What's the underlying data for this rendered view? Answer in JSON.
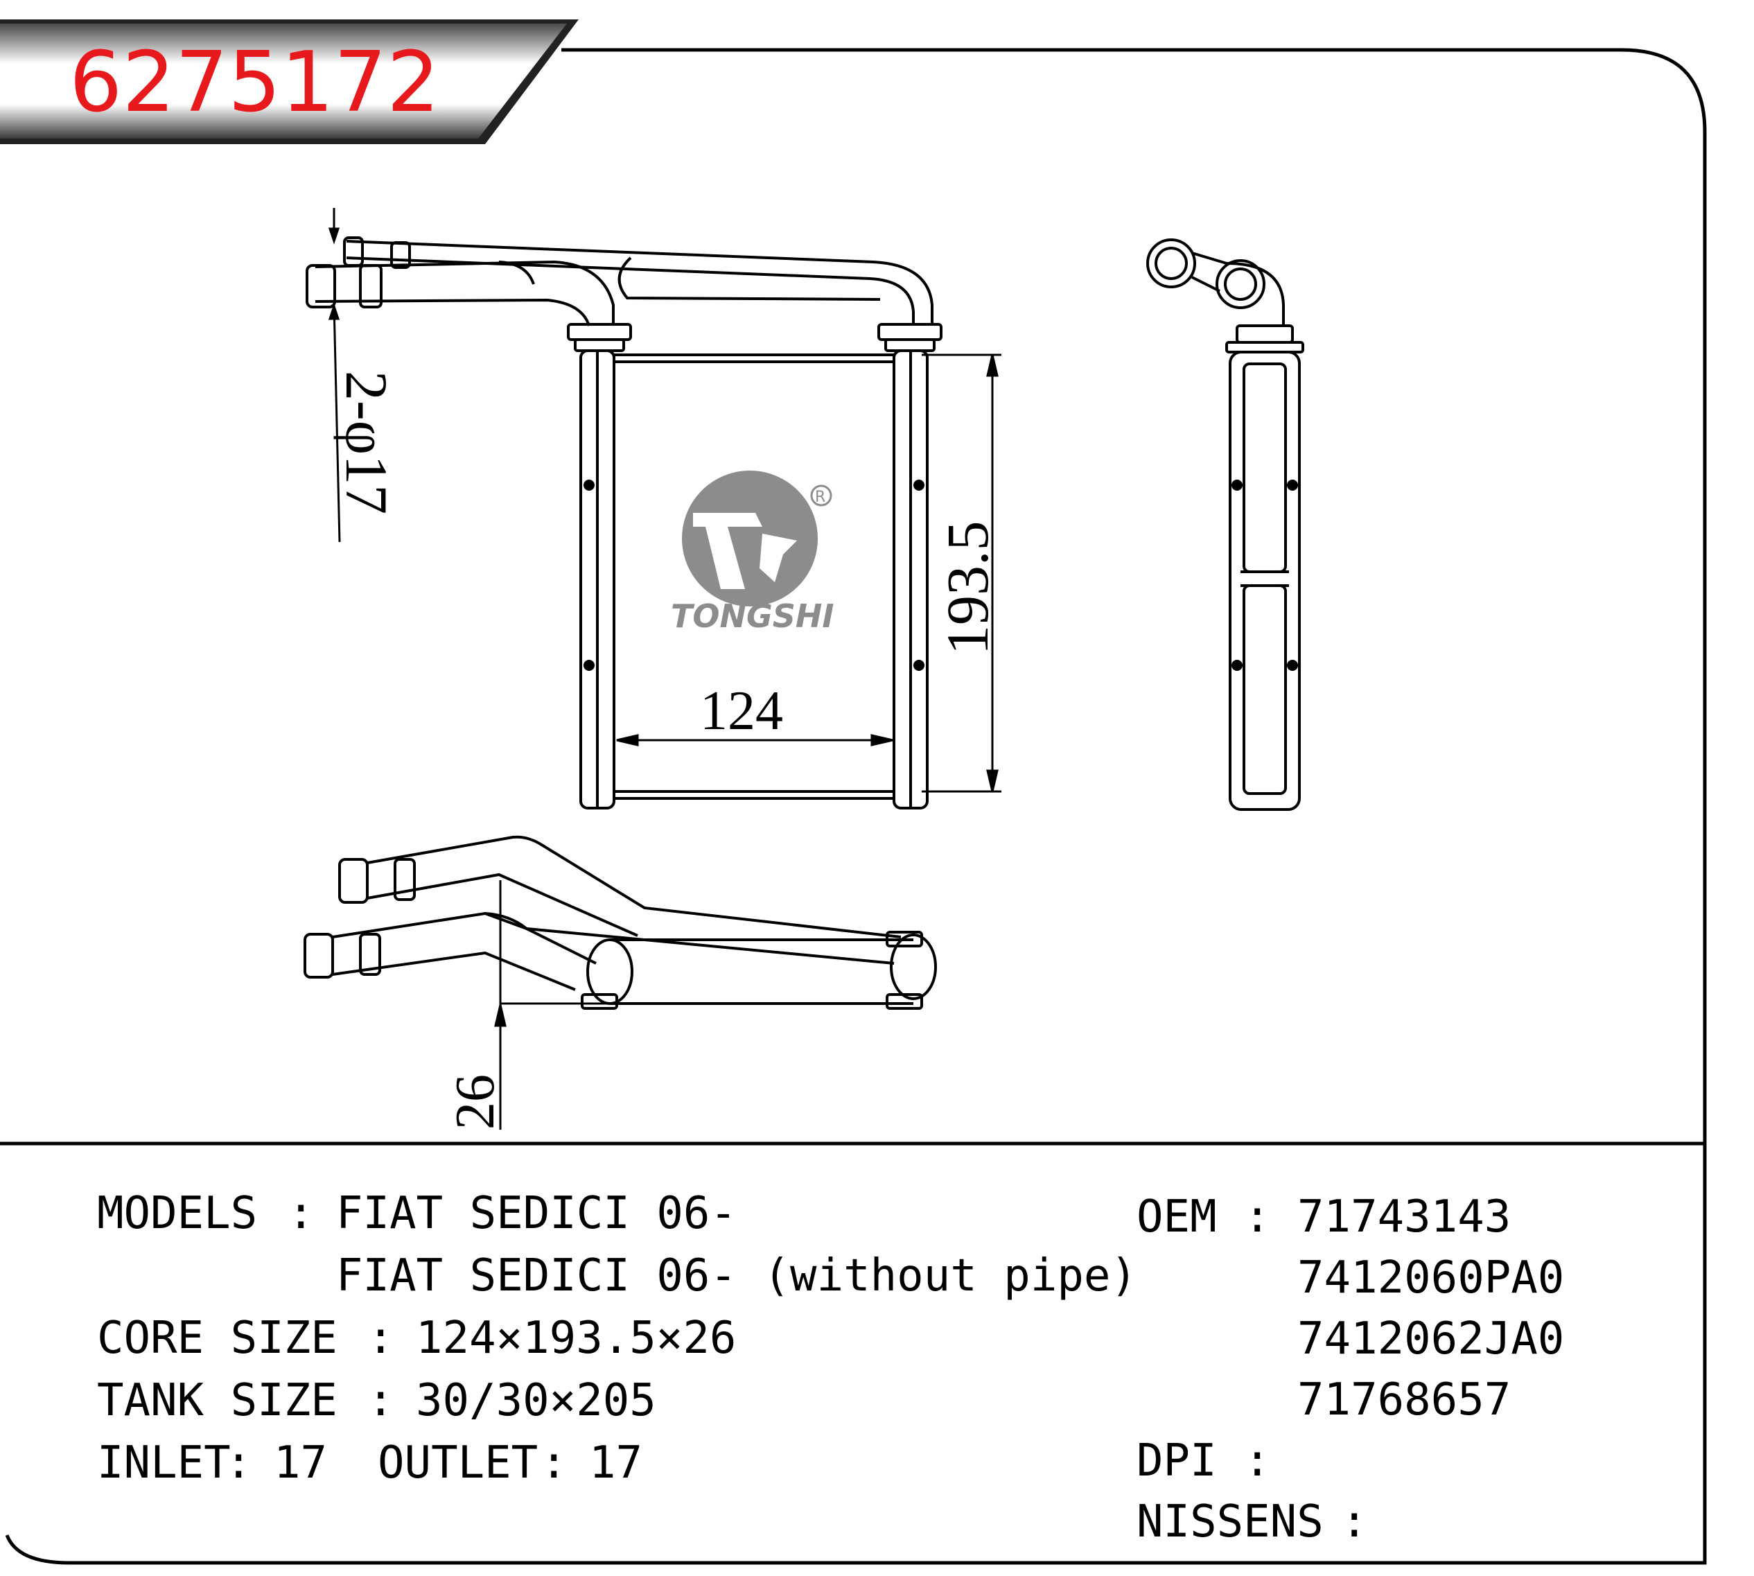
{
  "header": {
    "part_number": "6275172",
    "part_number_color": "#e8191c"
  },
  "logo": {
    "brand": "TONGSHI",
    "registered_mark": "R",
    "color": "#8c8c8c"
  },
  "dimensions": {
    "pipe_diameter": "2-φ17",
    "width": "124",
    "height": "193.5",
    "depth": "26"
  },
  "specs": {
    "models_label": "MODELS",
    "models_line1": "FIAT SEDICI 06-",
    "models_line2": "FIAT SEDICI 06- (without pipe)",
    "core_size_label": "CORE SIZE",
    "core_size_value": "124×193.5×26",
    "tank_size_label": "TANK SIZE",
    "tank_size_value": "30/30×205",
    "inlet_label": "INLET",
    "inlet_value": "17",
    "outlet_label": "OUTLET",
    "outlet_value": "17",
    "separator": ":",
    "oem_label": "OEM",
    "oem_numbers": [
      "71743143",
      "7412060PA0",
      "7412062JA0",
      "71768657"
    ],
    "dpi_label": "DPI",
    "dpi_value": "",
    "nissens_label": "NISSENS",
    "nissens_value": ""
  }
}
